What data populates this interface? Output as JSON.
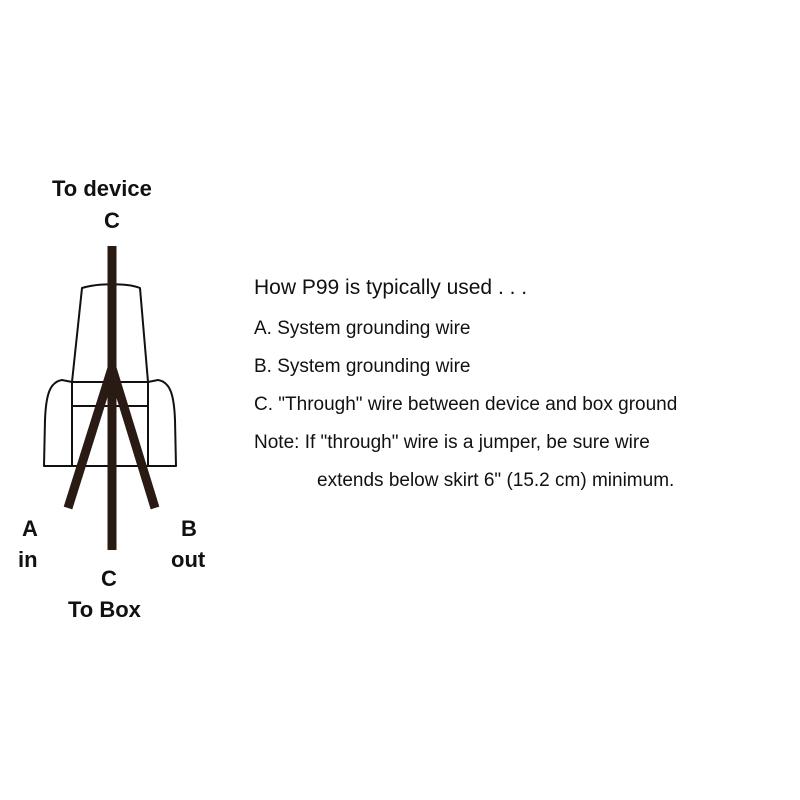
{
  "diagram": {
    "top_label": "To device",
    "top_wire_letter": "C",
    "left_wire_letter": "A",
    "left_wire_word": "in",
    "right_wire_letter": "B",
    "right_wire_word": "out",
    "bottom_wire_letter": "C",
    "bottom_label": "To Box",
    "wire_color": "#2a1a14",
    "outline_color": "#111111"
  },
  "legend": {
    "title": "How P99 is typically used . . .",
    "items": [
      "A. System grounding wire",
      "B. System grounding wire",
      "C. \"Through\" wire between device and box ground"
    ],
    "note_line1": "Note: If \"through\" wire is a jumper, be sure wire",
    "note_line2": "extends below skirt 6\" (15.2 cm) minimum."
  }
}
